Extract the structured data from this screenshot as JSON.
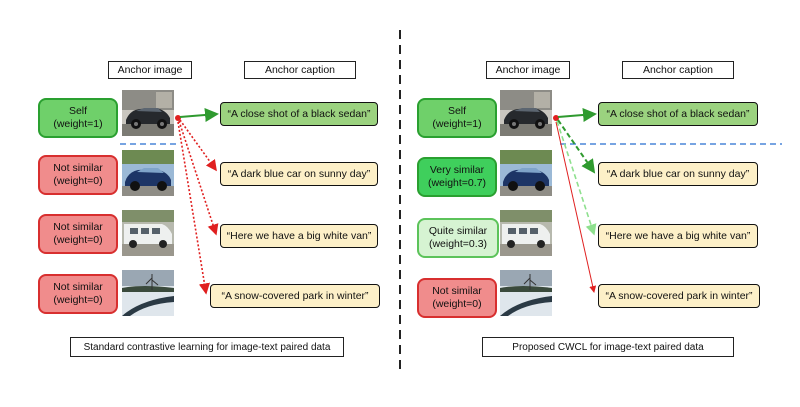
{
  "colors": {
    "self_fill": "#6fd06a",
    "self_border": "#2aa030",
    "not_similar_fill": "#f08c8c",
    "not_similar_border": "#d82f2f",
    "very_similar_fill": "#3fcf5c",
    "quite_similar_fill": "#d6f3d2",
    "caption_green": "#9bd27f",
    "caption_cream": "#fdf0c8",
    "arrow_green": "#2f9a2f",
    "arrow_red": "#e02020",
    "arrow_lightgreen": "#8ee08e",
    "separator_blue": "#4a86d8",
    "divider": "#222222"
  },
  "left": {
    "header_image": "Anchor image",
    "header_caption": "Anchor caption",
    "weights": [
      {
        "label": "Self",
        "weight": "(weight=1)"
      },
      {
        "label": "Not similar",
        "weight": "(weight=0)"
      },
      {
        "label": "Not similar",
        "weight": "(weight=0)"
      },
      {
        "label": "Not similar",
        "weight": "(weight=0)"
      }
    ],
    "captions": [
      "“A close shot of a black sedan”",
      "“A dark blue car on sunny day”",
      "“Here we have a big white van”",
      "“A snow-covered park in winter”"
    ],
    "footer": "Standard contrastive learning for image-text paired data"
  },
  "right": {
    "header_image": "Anchor image",
    "header_caption": "Anchor caption",
    "weights": [
      {
        "label": "Self",
        "weight": "(weight=1)"
      },
      {
        "label": "Very similar",
        "weight": "(weight=0.7)"
      },
      {
        "label": "Quite similar",
        "weight": "(weight=0.3)"
      },
      {
        "label": "Not similar",
        "weight": "(weight=0)"
      }
    ],
    "captions": [
      "“A close shot of a black sedan”",
      "“A dark blue car on sunny day”",
      "“Here we have a big white van”",
      "“A snow-covered park in winter”"
    ],
    "footer": "Proposed CWCL for image-text paired data"
  },
  "thumbnails": [
    "black-sedan-photo",
    "blue-car-photo",
    "white-van-photo",
    "snow-park-photo"
  ]
}
